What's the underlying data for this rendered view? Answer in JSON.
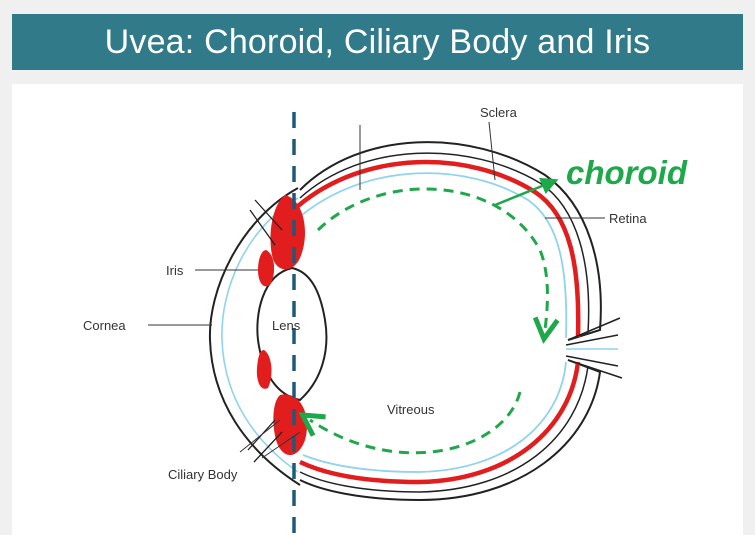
{
  "title": "Uvea: Choroid, Ciliary Body and Iris",
  "labels": {
    "sclera": "Sclera",
    "retina": "Retina",
    "iris": "Iris",
    "cornea": "Cornea",
    "lens": "Lens",
    "vitreous": "Vitreous",
    "ciliary_body": "Ciliary Body",
    "choroid": "choroid"
  },
  "colors": {
    "banner": "#307a8a",
    "uvea_red": "#e11d1d",
    "retina_blue": "#8fd3ee",
    "annotation_green": "#1ea84a",
    "axis_line": "#1d5a7a"
  }
}
